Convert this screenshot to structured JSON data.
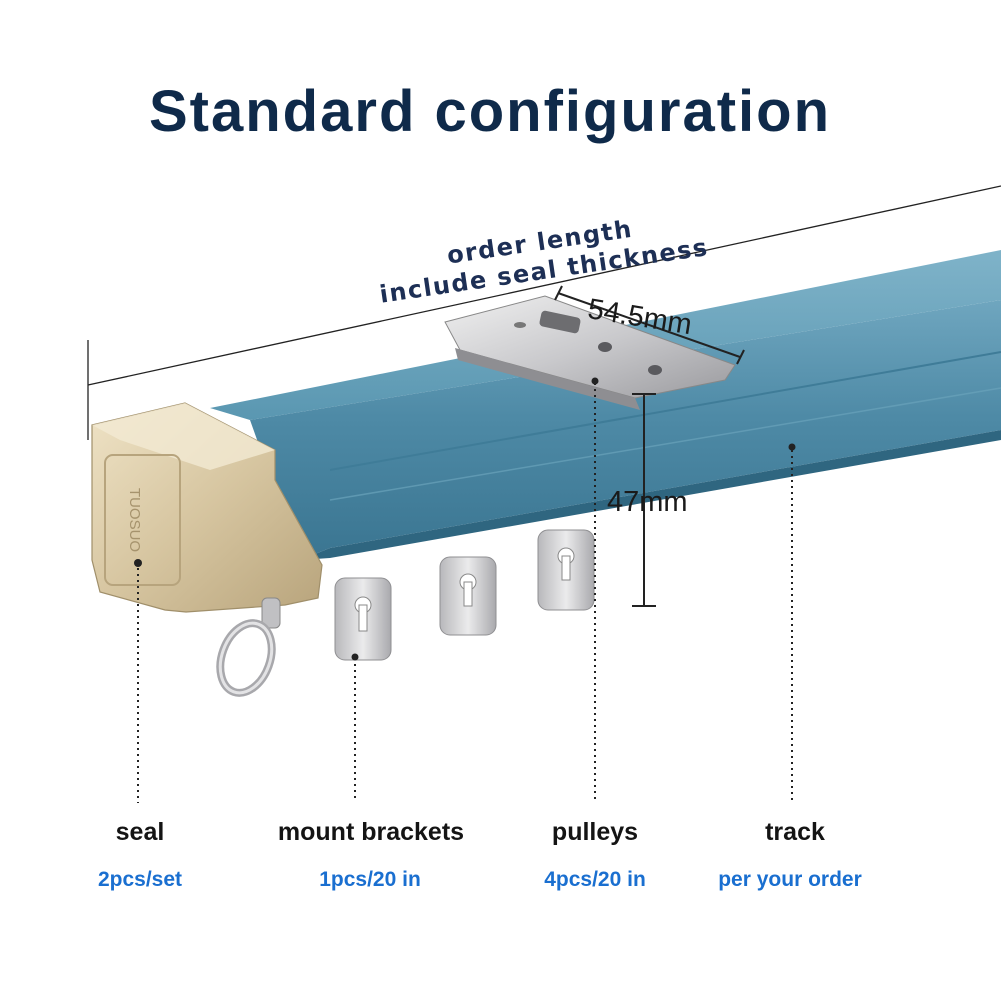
{
  "title": "Standard configuration",
  "order_note": {
    "line1": "order length",
    "line2": "include seal thickness"
  },
  "dimensions": {
    "width": "54.5mm",
    "height": "47mm"
  },
  "seal_engraving": "TUOSUO",
  "parts": [
    {
      "name": "seal",
      "qty": "2pcs/set"
    },
    {
      "name": "mount brackets",
      "qty": "1pcs/20 in"
    },
    {
      "name": "pulleys",
      "qty": "4pcs/20 in"
    },
    {
      "name": "track",
      "qty": "per your order"
    }
  ],
  "colors": {
    "title": "#0f2a4a",
    "track": "#4f8ea8",
    "seal": "#d8c8a2",
    "qty_text": "#1a6fd0"
  }
}
